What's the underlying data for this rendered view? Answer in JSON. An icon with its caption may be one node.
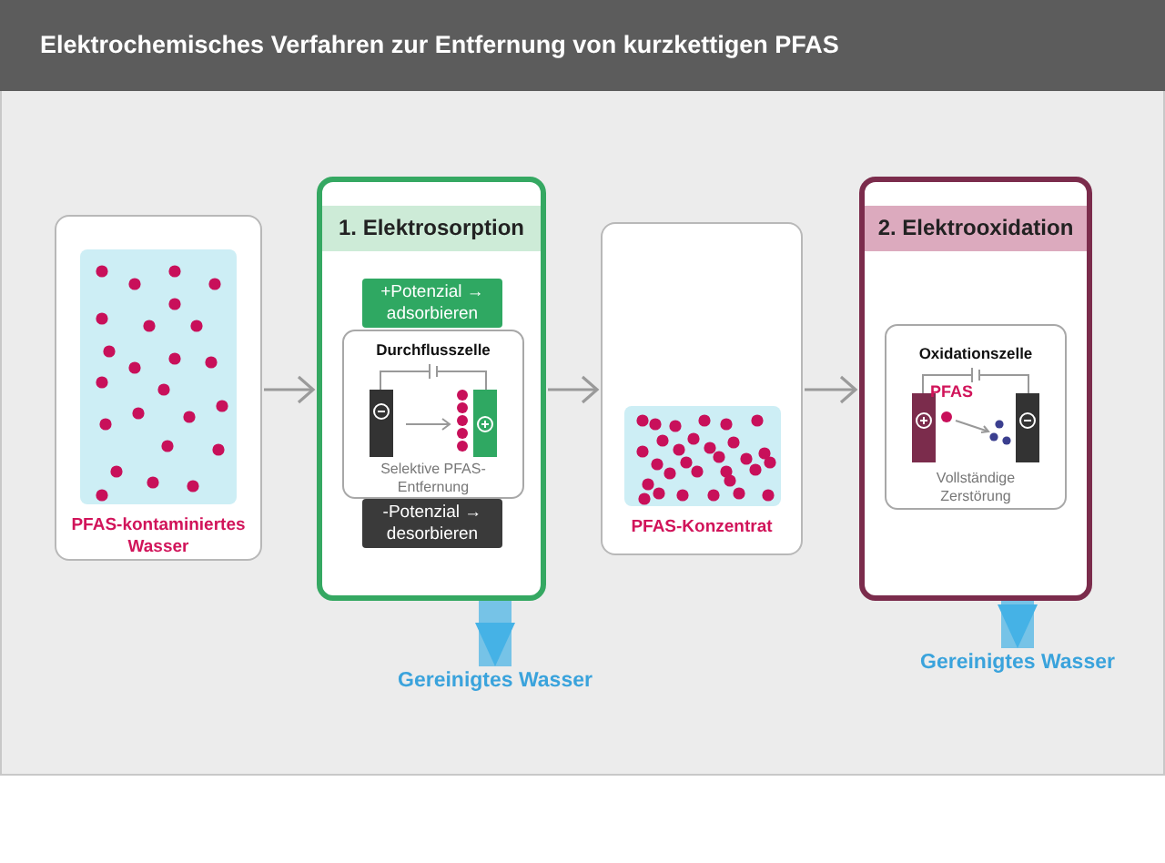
{
  "diagram": {
    "title": "Elektrochemisches Verfahren zur Entfernung von kurzkettigen PFAS",
    "nodes": [
      {
        "text": [
          "PFAS-kontaminiertes Wasser"
        ]
      },
      {
        "text": [
          "1. Elektrosorption"
        ]
      },
      {
        "text": [
          "Durchflusszelle",
          "Selektive PFAS-Entfernung"
        ],
        "in": 1
      },
      {
        "text": [
          "+Potenzial → adsorbieren"
        ],
        "in": 1
      },
      {
        "text": [
          "-Potenzial → desorbieren"
        ],
        "in": 1
      },
      {
        "text": [
          "Gereinigtes Wasser"
        ]
      },
      {
        "text": [
          "PFAS-Konzentrat"
        ]
      },
      {
        "text": [
          "2. Elektrooxidation"
        ]
      },
      {
        "text": [
          "Oxidationszelle",
          "PFAS",
          "Vollständige Zerstörung"
        ],
        "in": 7
      },
      {
        "text": [
          "Gereinigtes Wasser"
        ]
      }
    ],
    "edges": [
      {
        "from": 0,
        "to": 1,
        "arrow": "to"
      },
      {
        "from": 1,
        "to": 6,
        "arrow": "to"
      },
      {
        "from": 6,
        "to": 7,
        "arrow": "to"
      },
      {
        "from": 1,
        "to": 5,
        "arrow": "to",
        "style": "thick",
        "color": "#45b2e6"
      },
      {
        "from": 7,
        "to": 9,
        "arrow": "to",
        "style": "thick",
        "color": "#45b2e6"
      }
    ]
  }
}
